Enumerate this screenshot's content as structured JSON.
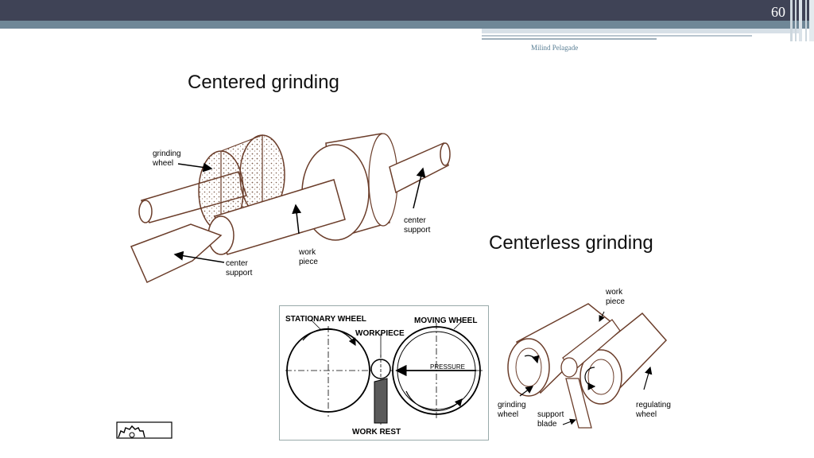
{
  "slide": {
    "number": "60",
    "author": "Milind Pelagade"
  },
  "titles": {
    "centered": "Centered grinding",
    "centerless": "Centerless grinding"
  },
  "centered_labels": {
    "grinding_wheel_1": "grinding",
    "grinding_wheel_2": "wheel",
    "center_support_right_1": "center",
    "center_support_right_2": "support",
    "work_piece_1": "work",
    "work_piece_2": "piece",
    "center_support_left_1": "center",
    "center_support_left_2": "support"
  },
  "schematic_labels": {
    "stationary": "STATIONARY WHEEL",
    "workpiece": "WORKPIECE",
    "moving": "MOVING WHEEL",
    "pressure": "PRESSURE",
    "work_rest": "WORK REST"
  },
  "centerless_labels": {
    "work_piece_1": "work",
    "work_piece_2": "piece",
    "grinding_wheel_1": "grinding",
    "grinding_wheel_2": "wheel",
    "support_blade_1": "support",
    "support_blade_2": "blade",
    "regulating_wheel_1": "regulating",
    "regulating_wheel_2": "wheel"
  }
}
